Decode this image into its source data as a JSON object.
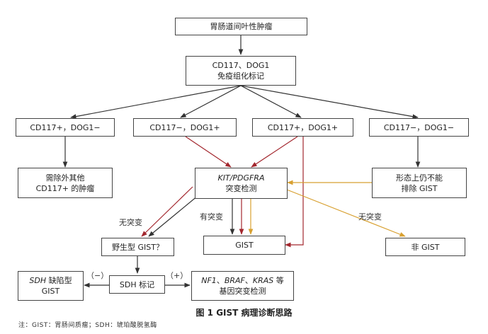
{
  "nodes": {
    "gist_root": "胃肠道间叶性肿瘤",
    "ihc": {
      "line1": "CD117、DOG1",
      "line2": "免疫组化标记"
    },
    "c_pos_neg": "CD117+，DOG1−",
    "c_neg_pos": "CD117−，DOG1+",
    "c_pos_pos": "CD117+，DOG1+",
    "c_neg_neg": "CD117−，DOG1−",
    "exclude": {
      "line1": "需除外其他",
      "line2": "CD117+ 的肿瘤"
    },
    "kit": {
      "genes": "KIT/PDGFRA",
      "line2": "突变检测"
    },
    "morph": {
      "line1": "形态上仍不能",
      "line2": "排除 GIST"
    },
    "wild": "野生型 GIST？",
    "gist": "GIST",
    "non_gist": "非 GIST",
    "sdh_def": {
      "gene": "SDH",
      "suffix": " 缺陷型",
      "line2": "GIST"
    },
    "sdh_mark": "SDH 标记",
    "nf1": {
      "g1": "NF1",
      "sep1": "、",
      "g2": "BRAF",
      "sep2": "、",
      "g3": "KRAS",
      "suffix": " 等",
      "line2": "基因突变检测"
    }
  },
  "edge_labels": {
    "no_mut_left": "无突变",
    "has_mut": "有突变",
    "no_mut_right": "无突变",
    "minus": "（−）",
    "plus": "（+）"
  },
  "caption": "图 1   GIST 病理诊断思路",
  "note": "注：GIST：胃肠间质瘤；SDH：琥珀酸脱氢酶",
  "colors": {
    "line_dark": "#333333",
    "line_red": "#a3272e",
    "line_orange": "#d8a030"
  }
}
